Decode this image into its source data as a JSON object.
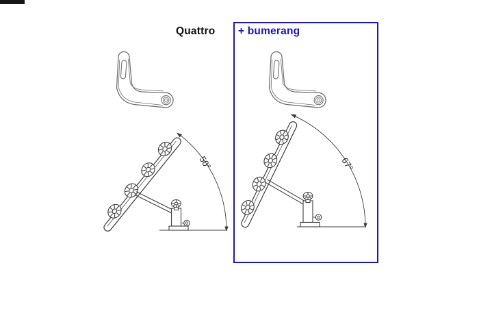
{
  "title": {
    "left": "Quattro",
    "right": "+ bumerang"
  },
  "diagram": {
    "left_angle": "50°",
    "right_angle": "67°",
    "left_part": "boomerang adapter plate",
    "right_part": "boomerang adapter plate",
    "left_drawing": "Quattro bike carrier tilted 50 degrees",
    "right_drawing": "Quattro with bumerang tilted 67 degrees"
  },
  "colors": {
    "accent": "#1a12cc",
    "line": "#3c3c3c",
    "part": "#6f6f6f",
    "background": "#ffffff"
  }
}
